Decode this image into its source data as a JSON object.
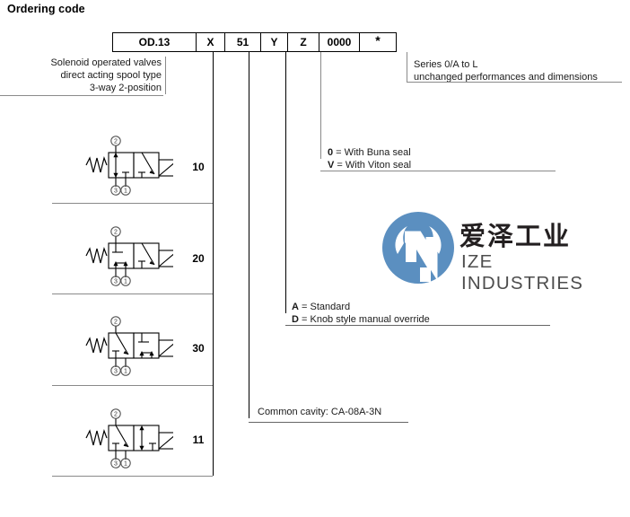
{
  "page": {
    "title": "Ordering code"
  },
  "ordering_code": {
    "cells": [
      {
        "label": "OD.13",
        "name": "code-cell-model"
      },
      {
        "label": "X",
        "name": "code-cell-x"
      },
      {
        "label": "51",
        "name": "code-cell-51"
      },
      {
        "label": "Y",
        "name": "code-cell-y"
      },
      {
        "label": "Z",
        "name": "code-cell-z"
      },
      {
        "label": "0000",
        "name": "code-cell-0000"
      },
      {
        "label": "*",
        "name": "code-cell-star"
      }
    ]
  },
  "callouts": {
    "description": {
      "line1": "Solenoid operated valves",
      "line2": "direct acting spool type",
      "line3": "3-way 2-position"
    },
    "series": {
      "line1": "Series 0/A to L",
      "line2": "unchanged performances and dimensions"
    },
    "seal": {
      "line1_code": "0",
      "line1_text": " = With Buna seal",
      "line2_code": "V",
      "line2_text": " = With Viton seal"
    },
    "override": {
      "line1_code": "A",
      "line1_text": " = Standard",
      "line2_code": "D",
      "line2_text": " = Knob style manual override"
    },
    "cavity": {
      "text": "Common cavity: CA-08A-3N"
    }
  },
  "symbol_rows": [
    {
      "code": "10",
      "ports": [
        "2",
        "3",
        "1"
      ],
      "variant": "right-diagonal-tee"
    },
    {
      "code": "20",
      "ports": [
        "2",
        "3",
        "1"
      ],
      "variant": "right-diagonal-arrows"
    },
    {
      "code": "30",
      "ports": [
        "2",
        "3",
        "1"
      ],
      "variant": "left-diagonal-arrows"
    },
    {
      "code": "11",
      "ports": [
        "2",
        "3",
        "1"
      ],
      "variant": "left-diagonal-double-arrow"
    }
  ],
  "logo": {
    "mark": "ize-wrench-circle-icon",
    "text_cn": "爱泽工业",
    "text_en": "IZE INDUSTRIES",
    "brand_color": "#5b8fc0",
    "text_color": "#231f20"
  },
  "colors": {
    "line": "#000000",
    "separator": "#8a8a8a",
    "background": "#ffffff"
  }
}
